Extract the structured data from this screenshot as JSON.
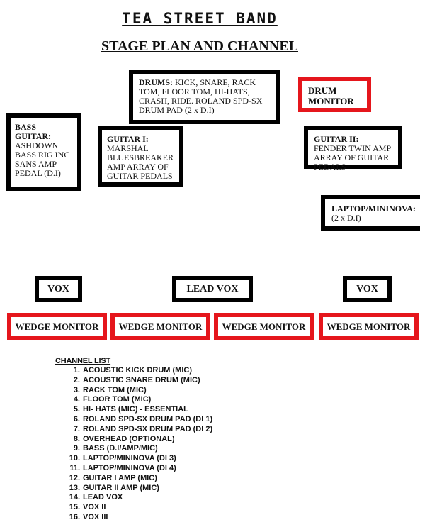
{
  "header": {
    "band_name": "TEA STREET BAND",
    "plan_title": "STAGE PLAN AND CHANNEL"
  },
  "colors": {
    "frame": "#000000",
    "monitor_frame": "#e5161c"
  },
  "stage": {
    "drums": {
      "heading": "DRUMS:",
      "text": " KICK, SNARE, RACK TOM, FLOOR TOM, HI-HATS, CRASH, RIDE. ROLAND SPD-SX DRUM PAD (2 x D.I)"
    },
    "drum_monitor": "DRUM MONITOR",
    "bass": {
      "heading": "BASS GUITAR:",
      "text": "ASHDOWN BASS RIG INC SANS AMP PEDAL (D.I)"
    },
    "guitar1": {
      "heading": "GUITAR I:",
      "text": "MARSHAL BLUESBREAKER AMP ARRAY OF GUITAR PEDALS"
    },
    "guitar2": {
      "heading": "GUITAR II:",
      "text": " FENDER TWIN AMP ARRAY OF GUITAR PEDALS"
    },
    "laptop": {
      "heading": "LAPTOP/MININOVA:",
      "text": "(2 x D.I)"
    },
    "vox_left": "VOX",
    "lead_vox": "LEAD VOX",
    "vox_right": "VOX",
    "wedges": [
      "WEDGE MONITOR",
      "WEDGE MONITOR",
      "WEDGE MONITOR",
      "WEDGE MONITOR"
    ]
  },
  "channel_list": {
    "heading": "CHANNEL LIST",
    "items": [
      {
        "num": "1.",
        "label": "ACOUSTIC KICK DRUM (MIC)"
      },
      {
        "num": "2.",
        "label": "ACOUSTIC SNARE DRUM (MIC)"
      },
      {
        "num": "3.",
        "label": "RACK TOM (MIC)"
      },
      {
        "num": "4.",
        "label": "FLOOR TOM (MIC)"
      },
      {
        "num": "5.",
        "label": "HI- HATS (MIC) - ESSENTIAL"
      },
      {
        "num": "6.",
        "label": "ROLAND SPD-SX DRUM PAD (DI 1)"
      },
      {
        "num": "7.",
        "label": "ROLAND SPD-SX DRUM PAD (DI 2)"
      },
      {
        "num": "8.",
        "label": "OVERHEAD (OPTIONAL)"
      },
      {
        "num": "9.",
        "label": "BASS (D.I/AMP/MIC)"
      },
      {
        "num": "10.",
        "label": "LAPTOP/MININOVA (DI 3)"
      },
      {
        "num": "11.",
        "label": "LAPTOP/MININOVA (DI 4)"
      },
      {
        "num": "12.",
        "label": "GUITAR I AMP (MIC)"
      },
      {
        "num": "13.",
        "label": "GUITAR II AMP (MIC)"
      },
      {
        "num": "14.",
        "label": "LEAD VOX"
      },
      {
        "num": "15.",
        "label": "VOX II"
      },
      {
        "num": "16.",
        "label": "VOX III"
      }
    ]
  }
}
